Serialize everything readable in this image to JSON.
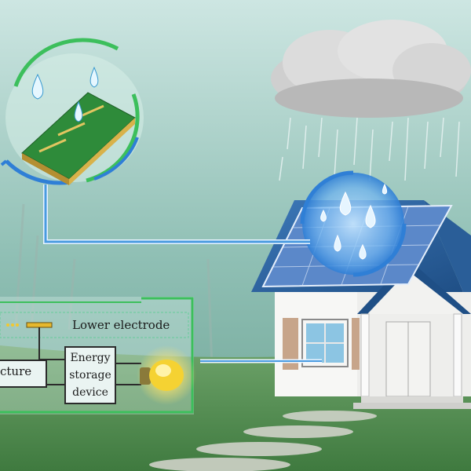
{
  "labels": {
    "lower_electrode": "Lower electrode",
    "structure": "cture",
    "energy_storage": [
      "Energy",
      "storage",
      "device"
    ]
  },
  "colors": {
    "sky_top": "#bfe0dc",
    "sky_bottom": "#7fb7ad",
    "roof": "#2f6aa8",
    "solar_panel": "#5a86c9",
    "electrode_green": "#2e8b3a",
    "electrode_gold": "#d8b24a",
    "ring_green": "#3cbf5c",
    "ring_blue": "#2f7fd6",
    "bulb": "#f2c830",
    "grass": "#4e8a4c",
    "cloud": "#c7c7c7"
  },
  "icons": [
    "cloud-icon",
    "rain-icon",
    "water-drop-icon",
    "light-bulb-icon",
    "house-icon",
    "solar-panel-icon"
  ]
}
